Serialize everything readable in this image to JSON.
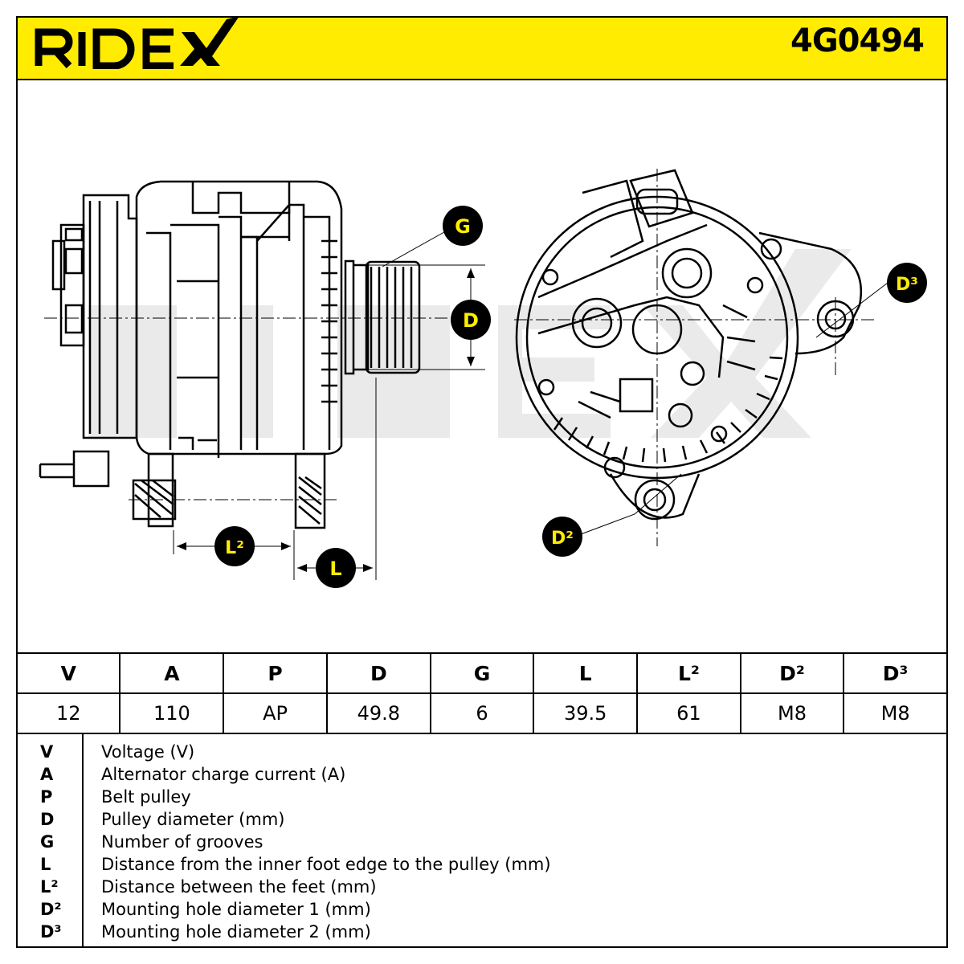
{
  "brand": "RIDEX",
  "part_number": "4G0494",
  "diagram_labels": {
    "G": "G",
    "D": "D",
    "D3": "D³",
    "D2": "D²",
    "L2": "L²",
    "L": "L"
  },
  "colors": {
    "accent": "#ffec00",
    "line": "#000000",
    "watermark": "#e6e6e6"
  },
  "table": {
    "headers": [
      "V",
      "A",
      "P",
      "D",
      "G",
      "L",
      "L²",
      "D²",
      "D³"
    ],
    "values": [
      "12",
      "110",
      "AP",
      "49.8",
      "6",
      "39.5",
      "61",
      "M8",
      "M8"
    ]
  },
  "legend": [
    {
      "key": "V",
      "text": "Voltage (V)"
    },
    {
      "key": "A",
      "text": "Alternator charge current (A)"
    },
    {
      "key": "P",
      "text": "Belt pulley"
    },
    {
      "key": "D",
      "text": "Pulley diameter (mm)"
    },
    {
      "key": "G",
      "text": "Number of grooves"
    },
    {
      "key": "L",
      "text": "Distance from the inner foot edge to the pulley (mm)"
    },
    {
      "key": "L²",
      "text": "Distance between the feet (mm)"
    },
    {
      "key": "D²",
      "text": "Mounting hole diameter 1 (mm)"
    },
    {
      "key": "D³",
      "text": "Mounting hole diameter 2 (mm)"
    }
  ]
}
